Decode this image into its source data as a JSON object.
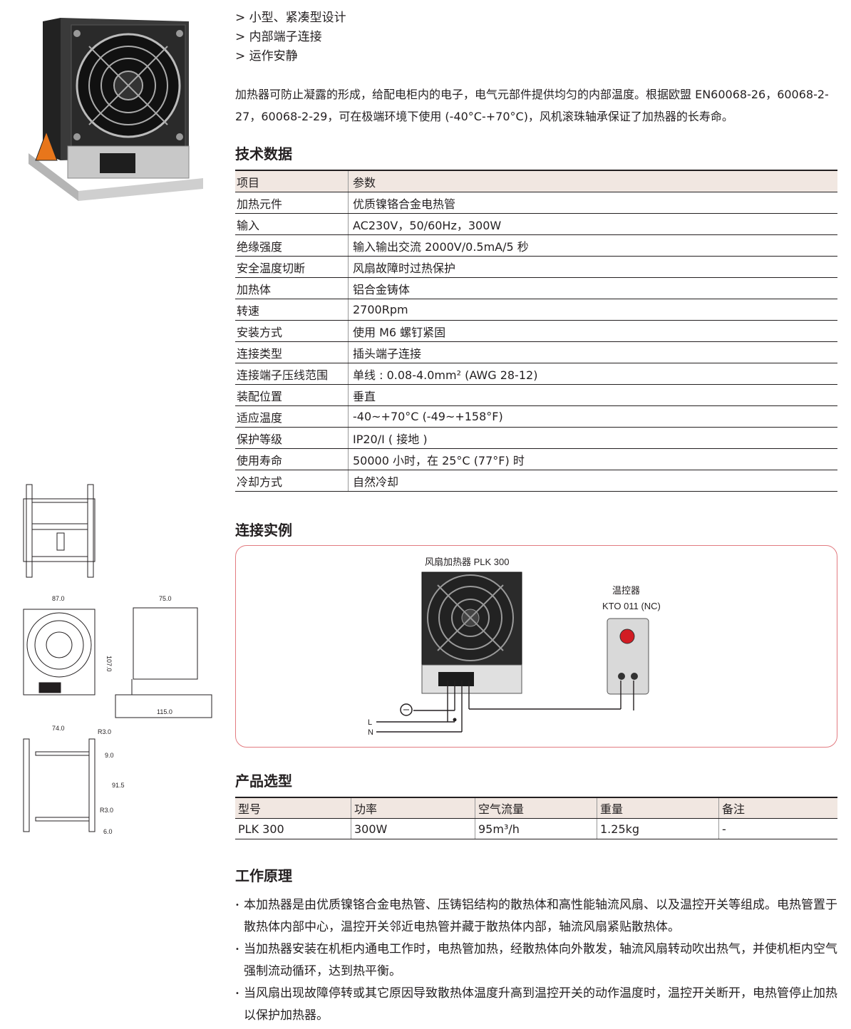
{
  "features": [
    "> 小型、紧凑型设计",
    "> 内部端子连接",
    "> 运作安静"
  ],
  "intro": "加热器可防止凝露的形成，给配电柜内的电子，电气元部件提供均匀的内部温度。根据欧盟 EN60068-26，60068-2- 27，60068-2-29，可在极端环境下使用 (-40°C-+70°C)，风机滚珠轴承保证了加热器的长寿命。",
  "tech_title": "技术数据",
  "spec_table": {
    "header": [
      "项目",
      "参数"
    ],
    "rows": [
      [
        "加热元件",
        "优质镍铬合金电热管"
      ],
      [
        "输入",
        "AC230V，50/60Hz，300W"
      ],
      [
        "绝缘强度",
        "输入输出交流 2000V/0.5mA/5 秒"
      ],
      [
        "安全温度切断",
        "风扇故障时过热保护"
      ],
      [
        "加热体",
        "铝合金铸体"
      ],
      [
        "转速",
        "2700Rpm"
      ],
      [
        "安装方式",
        "使用 M6 螺钉紧固"
      ],
      [
        "连接类型",
        "插头端子连接"
      ],
      [
        "连接端子压线范围",
        "单线 : 0.08-4.0mm² (AWG 28-12)"
      ],
      [
        "装配位置",
        "垂直"
      ],
      [
        "适应温度",
        "-40~+70°C (-49~+158°F)"
      ],
      [
        "保护等级",
        "IP20/I ( 接地 )"
      ],
      [
        "使用寿命",
        "50000 小时，在 25°C (77°F) 时"
      ],
      [
        "冷却方式",
        "自然冷却"
      ]
    ]
  },
  "connection_title": "连接实例",
  "diagram": {
    "heater_label": "风扇加热器 PLK 300",
    "thermostat_label_1": "温控器",
    "thermostat_label_2": "KTO 011 (NC)",
    "line_L": "L",
    "line_N": "N"
  },
  "dimensions": {
    "w1": "87.0",
    "h1": "107.0",
    "w2": "75.0",
    "w3": "115.0",
    "w4": "74.0",
    "r1": "R3.0",
    "r2": "R3.0",
    "h2": "9.0",
    "h3": "91.5",
    "h4": "6.0"
  },
  "selection_title": "产品选型",
  "selection_table": {
    "header": [
      "型号",
      "功率",
      "空气流量",
      "重量",
      "备注"
    ],
    "rows": [
      [
        "PLK 300",
        "300W",
        "95m³/h",
        "1.25kg",
        "-"
      ]
    ]
  },
  "principle_title": "工作原理",
  "principles": [
    "本加热器是由优质镍铬合金电热管、压铸铝结构的散热体和高性能轴流风扇、以及温控开关等组成。电热管置于散热体内部中心，温控开关邻近电热管并藏于散热体内部，轴流风扇紧贴散热体。",
    "当加热器安装在机柜内通电工作时，电热管加热，经散热体向外散发，轴流风扇转动吹出热气，并使机柜内空气强制流动循环，达到热平衡。",
    "当风扇出现故障停转或其它原因导致散热体温度升高到温控开关的动作温度时，温控开关断开，电热管停止加热以保护加热器。"
  ]
}
